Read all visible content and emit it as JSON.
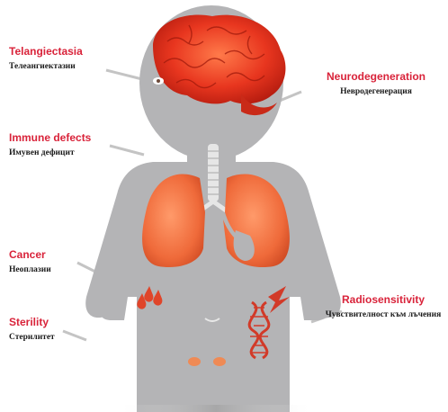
{
  "labels": [
    {
      "key": "telangiectasia",
      "en": "Telangiectasia",
      "bg": "Телеангиектазии"
    },
    {
      "key": "neurodegeneration",
      "en": "Neurodegeneration",
      "bg": "Невродегенерация"
    },
    {
      "key": "immune",
      "en": "Immune defects",
      "bg": "Имувен дефицит"
    },
    {
      "key": "cancer",
      "en": "Cancer",
      "bg": "Неоплазии"
    },
    {
      "key": "radiosensitivity",
      "en": "Radiosensitivity",
      "bg": "Чувствителност към лъчения"
    },
    {
      "key": "sterility",
      "en": "Sterility",
      "bg": "Стерилитет"
    }
  ],
  "colors": {
    "body": "#b4b4b6",
    "label_en": "#d9233a",
    "label_bg": "#1a1a1a",
    "organ": "#ef6a3a",
    "brain": "#e8361f"
  },
  "icons": [
    "brain-icon",
    "lungs-icon",
    "trachea-icon",
    "blood-drops-icon",
    "dna-lightning-icon"
  ]
}
